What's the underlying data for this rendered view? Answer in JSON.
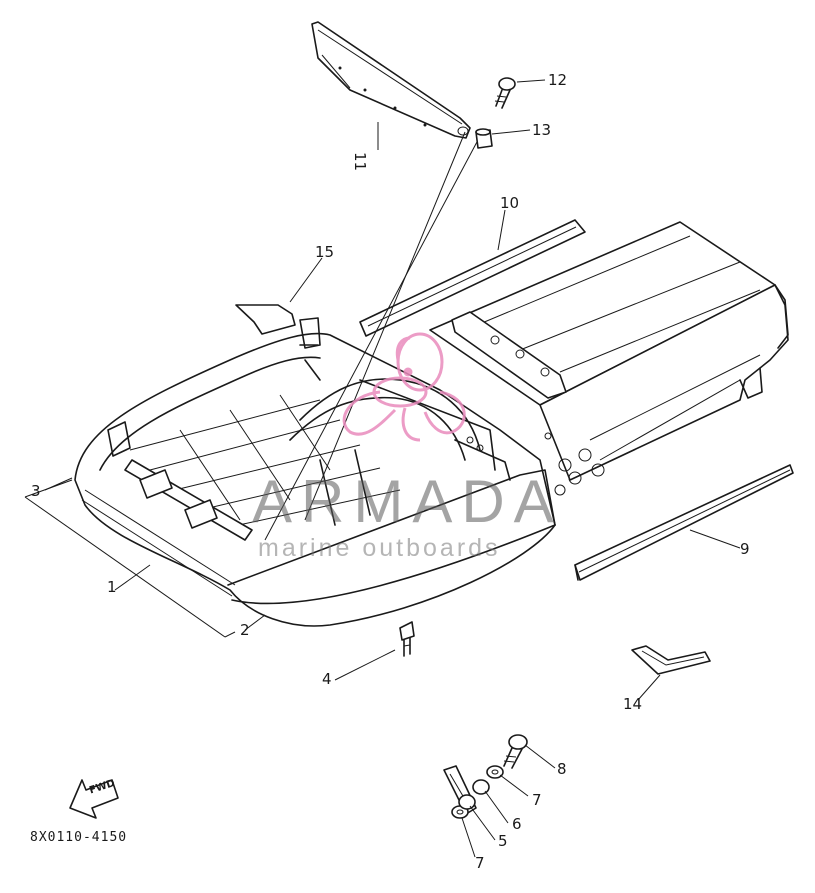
{
  "callouts": {
    "c1": "1",
    "c2": "2",
    "c3": "3",
    "c4": "4",
    "c5": "5",
    "c6": "6",
    "c7a": "7",
    "c7b": "7",
    "c8": "8",
    "c9": "9",
    "c10": "10",
    "c11": "11",
    "c12": "12",
    "c13": "13",
    "c14": "14",
    "c15": "15"
  },
  "fwd_label": "FWD",
  "reference_code": "8X0110-4150",
  "watermark": {
    "brand": "ARMADA",
    "tagline": "marine outboards"
  },
  "colors": {
    "ink": "#1a1a1a",
    "watermark_pink": "#e98bbd",
    "watermark_gray": "#8a8a8a"
  }
}
